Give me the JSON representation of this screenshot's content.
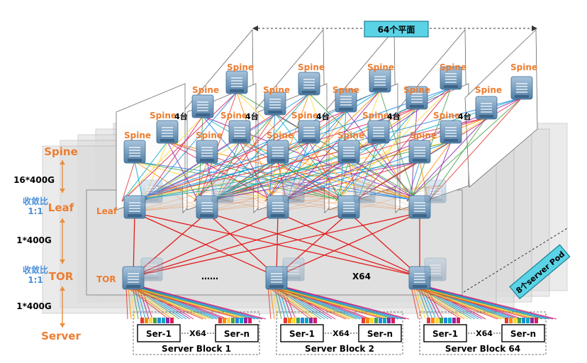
{
  "banner": {
    "planes_label": "64个平面"
  },
  "pod_label": "8个server Pod",
  "left_axis": {
    "spine": "Spine",
    "leaf": "Leaf",
    "tor": "TOR",
    "server": "Server",
    "spine_leaf_bw": "16*400G",
    "ratio_label_1": "收敛比",
    "ratio_value_1": "1:1",
    "leaf_tor_bw": "1*400G",
    "ratio_label_2": "收敛比",
    "ratio_value_2": "1:1",
    "tor_server_bw": "1*400G"
  },
  "plane_labels": {
    "spine": "Spine",
    "leaf": "Leaf",
    "tor": "TOR",
    "spine_count": "4台"
  },
  "tor_row": {
    "dots": "……",
    "x64": "X64"
  },
  "server_blocks": [
    {
      "title": "Server Block 1",
      "left": "Ser-1",
      "right": "Ser-n",
      "mid": "X64"
    },
    {
      "title": "Server Block 2",
      "left": "Ser-1",
      "right": "Ser-n",
      "mid": "X64"
    },
    {
      "title": "Server Block 64",
      "left": "Ser-1",
      "right": "Ser-n",
      "mid": "X64"
    }
  ],
  "colors": {
    "orange": "#ec7d31",
    "blue": "#4a90d9",
    "teal": "#5bd3e6",
    "red": "#e21d1d",
    "palette": [
      "#e53935",
      "#fb8c00",
      "#fdd835",
      "#43a047",
      "#1e88e5",
      "#00acc1",
      "#8e24aa",
      "#d81b60"
    ]
  }
}
